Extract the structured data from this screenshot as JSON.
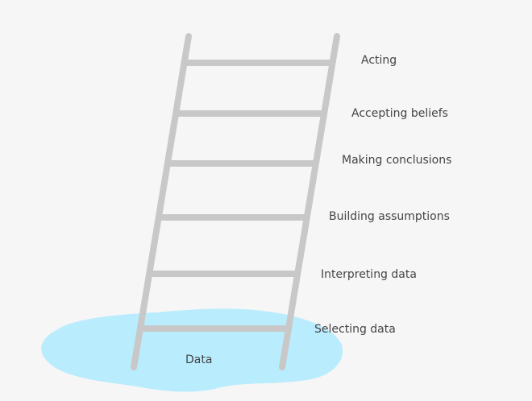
{
  "ladder": {
    "rungs": [
      {
        "label": "Acting"
      },
      {
        "label": "Accepting beliefs"
      },
      {
        "label": "Making conclusions"
      },
      {
        "label": "Building assumptions"
      },
      {
        "label": "Interpreting data"
      },
      {
        "label": "Selecting data"
      }
    ],
    "base_label": "Data"
  },
  "colors": {
    "background": "#f6f6f6",
    "ladder": "#c8c8c8",
    "puddle": "#b9ecfd",
    "text": "#444444"
  }
}
